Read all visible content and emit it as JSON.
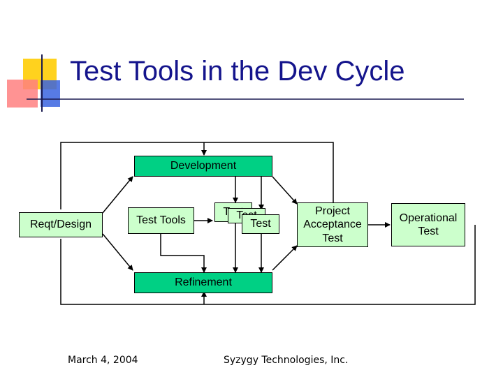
{
  "slide": {
    "title": "Test Tools in the Dev Cycle",
    "colors": {
      "title": "#14148c",
      "phase_box": "#00d084",
      "node_box": "#ccffcc",
      "deco_yellow": "#ffd21e",
      "deco_red": "#ff7070",
      "deco_blue": "#1f4fd8"
    }
  },
  "diagram": {
    "development": "Development",
    "refinement": "Refinement",
    "reqt_design": "Reqt/Design",
    "test_tools": "Test Tools",
    "test_stack": [
      "Test",
      "Test",
      "Test"
    ],
    "project_acceptance": [
      "Project",
      "Acceptance",
      "Test"
    ],
    "operational": [
      "Operational",
      "Test"
    ]
  },
  "footer": {
    "date": "March 4, 2004",
    "company": "Syzygy Technologies, Inc."
  }
}
